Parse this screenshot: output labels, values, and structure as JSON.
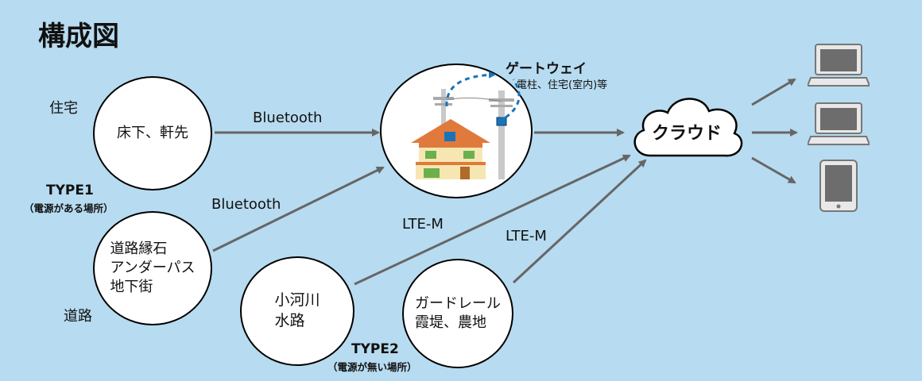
{
  "title": "構成図",
  "labels": {
    "jutaku": "住宅",
    "douro": "道路",
    "type1": "TYPE1",
    "type1_sub": "（電源がある場所）",
    "type2": "TYPE2",
    "type2_sub": "（電源が無い場所）",
    "gateway": "ゲートウェイ",
    "gateway_sub": "電柱、住宅(室内)等",
    "bluetooth1": "Bluetooth",
    "bluetooth2": "Bluetooth",
    "ltem1": "LTE-M",
    "ltem2": "LTE-M"
  },
  "nodes": {
    "yukashita": "床下、軒先",
    "road_lines": [
      "道路縁石",
      "アンダーパス",
      "地下街"
    ],
    "river_lines": [
      "小河川",
      "水路"
    ],
    "guard_lines": [
      "ガードレール",
      "霞堤、農地"
    ],
    "cloud": "クラウド"
  },
  "devices": [
    "laptop-icon",
    "laptop-icon",
    "tablet-icon"
  ],
  "colors": {
    "background": "#b7dbf0",
    "arrow": "#666666",
    "dashed": "#1a73b8"
  }
}
